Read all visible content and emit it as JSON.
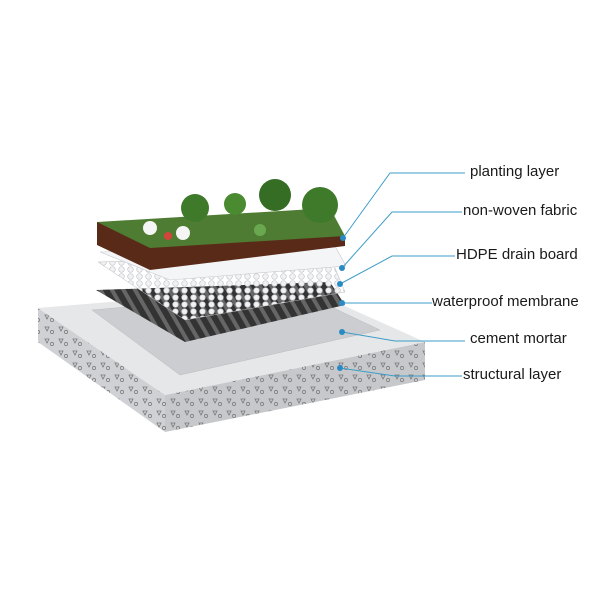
{
  "labels": {
    "planting": "planting layer",
    "fabric": "non-woven fabric",
    "drain": "HDPE drain board",
    "membrane": "waterproof membrane",
    "mortar": "cement mortar",
    "structural": "structural layer"
  },
  "colors": {
    "leader": "#3d9cc9",
    "soil": "#5a2a18",
    "membrane": "#3a3a3a",
    "concrete": "#d8dadc",
    "vegetation": "#3f7a2a"
  }
}
